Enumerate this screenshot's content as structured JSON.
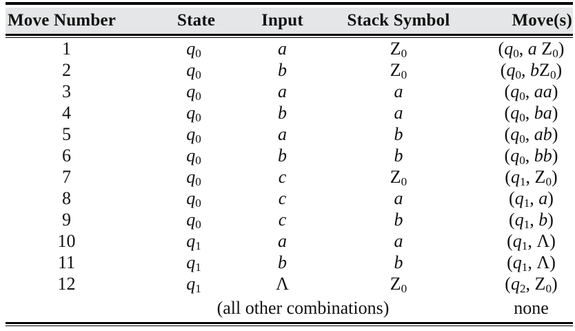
{
  "table": {
    "columns": [
      "Move Number",
      "State",
      "Input",
      "Stack Symbol",
      "Move(s)"
    ],
    "rows": [
      {
        "move_number": "1",
        "state": "*q*_0",
        "input": "*a*",
        "stack_symbol": "Z_0",
        "moves": "(*q*_0, *a* Z_0)"
      },
      {
        "move_number": "2",
        "state": "*q*_0",
        "input": "*b*",
        "stack_symbol": "Z_0",
        "moves": "(*q*_0, *b*Z_0)"
      },
      {
        "move_number": "3",
        "state": "*q*_0",
        "input": "*a*",
        "stack_symbol": "*a*",
        "moves": "(*q*_0, *aa*)"
      },
      {
        "move_number": "4",
        "state": "*q*_0",
        "input": "*b*",
        "stack_symbol": "*a*",
        "moves": "(*q*_0, *ba*)"
      },
      {
        "move_number": "5",
        "state": "*q*_0",
        "input": "*a*",
        "stack_symbol": "*b*",
        "moves": "(*q*_0, *ab*)"
      },
      {
        "move_number": "6",
        "state": "*q*_0",
        "input": "*b*",
        "stack_symbol": "*b*",
        "moves": "(*q*_0, *bb*)"
      },
      {
        "move_number": "7",
        "state": "*q*_0",
        "input": "*c*",
        "stack_symbol": "Z_0",
        "moves": "(*q*_1, Z_0)"
      },
      {
        "move_number": "8",
        "state": "*q*_0",
        "input": "*c*",
        "stack_symbol": "*a*",
        "moves": "(*q*_1, *a*)"
      },
      {
        "move_number": "9",
        "state": "*q*_0",
        "input": "*c*",
        "stack_symbol": "*b*",
        "moves": "(*q*_1, *b*)"
      },
      {
        "move_number": "10",
        "state": "*q*_1",
        "input": "*a*",
        "stack_symbol": "*a*",
        "moves": "(*q*_1, Λ)"
      },
      {
        "move_number": "11",
        "state": "*q*_1",
        "input": "*b*",
        "stack_symbol": "*b*",
        "moves": "(*q*_1, Λ)"
      },
      {
        "move_number": "12",
        "state": "*q*_1",
        "input": "Λ",
        "stack_symbol": "Z_0",
        "moves": "(*q*_2, Z_0)"
      }
    ],
    "footer": {
      "combinations": "(all other combinations)",
      "moves": "none"
    }
  },
  "colors": {
    "header_bg": "#e5e6e7",
    "rule": "#000000",
    "text": "#111111"
  }
}
